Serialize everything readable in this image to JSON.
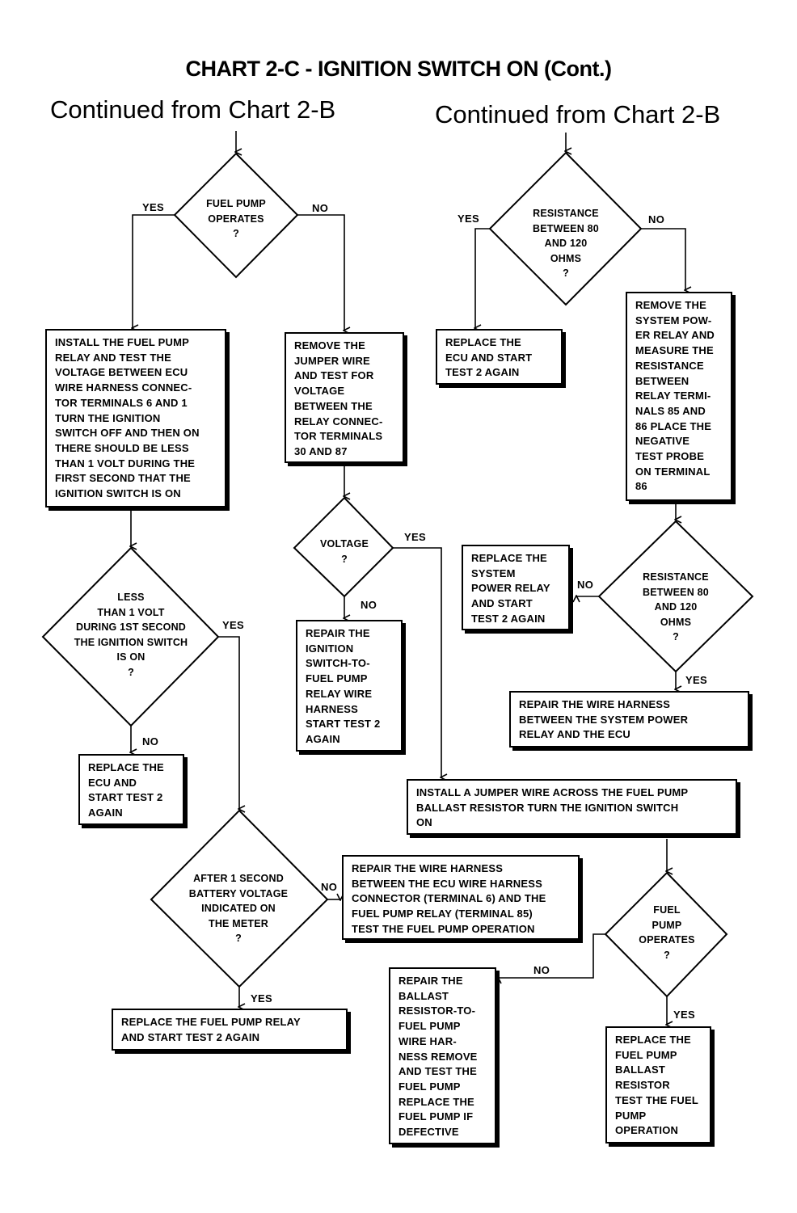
{
  "title": "CHART 2-C  -  IGNITION SWITCH ON (Cont.)",
  "subtitle_left": "Continued from Chart 2-B",
  "subtitle_right": "Continued from Chart 2-B",
  "labels": {
    "yes": "YES",
    "no": "NO"
  },
  "decisions": {
    "d1": "FUEL PUMP\nOPERATES\n?",
    "d2": "LESS\nTHAN 1 VOLT\nDURING 1ST SECOND\nTHE IGNITION SWITCH\nIS ON\n?",
    "d3": "VOLTAGE\n?",
    "d4": "AFTER 1 SECOND\nBATTERY VOLTAGE\nINDICATED ON\nTHE METER\n?",
    "d5": "RESISTANCE\nBETWEEN 80\nAND 120\nOHMS\n?",
    "d6": "RESISTANCE\nBETWEEN 80\nAND 120\nOHMS\n?",
    "d7": "FUEL\nPUMP\nOPERATES\n?"
  },
  "boxes": {
    "b1": "INSTALL THE FUEL PUMP\nRELAY AND TEST THE\nVOLTAGE BETWEEN ECU\nWIRE HARNESS CONNEC-\nTOR TERMINALS 6 AND 1\nTURN THE IGNITION\nSWITCH OFF AND THEN ON\nTHERE SHOULD BE LESS\nTHAN 1 VOLT DURING THE\nFIRST SECOND THAT THE\nIGNITION SWITCH IS ON",
    "b2": "REMOVE THE\nJUMPER WIRE\nAND TEST FOR\nVOLTAGE\nBETWEEN THE\nRELAY CONNEC-\nTOR TERMINALS\n30 AND 87",
    "b3": "REPLACE THE\nECU AND START\nTEST 2 AGAIN",
    "b4": "REMOVE THE\nSYSTEM POW-\nER RELAY AND\nMEASURE THE\nRESISTANCE\nBETWEEN\nRELAY TERMI-\nNALS 85 AND\n86  PLACE THE\nNEGATIVE\nTEST PROBE\nON TERMINAL\n86",
    "b5": "REPLACE THE\nSYSTEM\nPOWER RELAY\nAND START\nTEST 2 AGAIN",
    "b6": "REPAIR THE\nIGNITION\nSWITCH-TO-\nFUEL PUMP\nRELAY WIRE\nHARNESS\nSTART TEST 2\nAGAIN",
    "b7": "REPAIR THE WIRE HARNESS\nBETWEEN THE SYSTEM POWER\nRELAY AND THE ECU",
    "b8": "REPLACE THE\nECU AND\nSTART TEST 2\nAGAIN",
    "b9": "INSTALL A JUMPER WIRE ACROSS THE FUEL PUMP\nBALLAST RESISTOR  TURN THE IGNITION SWITCH\nON",
    "b10": "REPAIR THE WIRE HARNESS\nBETWEEN THE ECU WIRE HARNESS\nCONNECTOR (TERMINAL 6) AND THE\nFUEL PUMP RELAY (TERMINAL 85)\nTEST THE FUEL PUMP OPERATION",
    "b11": "REPLACE THE FUEL PUMP RELAY\nAND START TEST 2 AGAIN",
    "b12": "REPAIR THE\nBALLAST\nRESISTOR-TO-\nFUEL PUMP\nWIRE HAR-\nNESS REMOVE\nAND TEST THE\nFUEL PUMP\nREPLACE THE\nFUEL PUMP IF\nDEFECTIVE",
    "b13": "REPLACE THE\nFUEL PUMP\nBALLAST\nRESISTOR\nTEST THE FUEL\nPUMP\nOPERATION"
  }
}
